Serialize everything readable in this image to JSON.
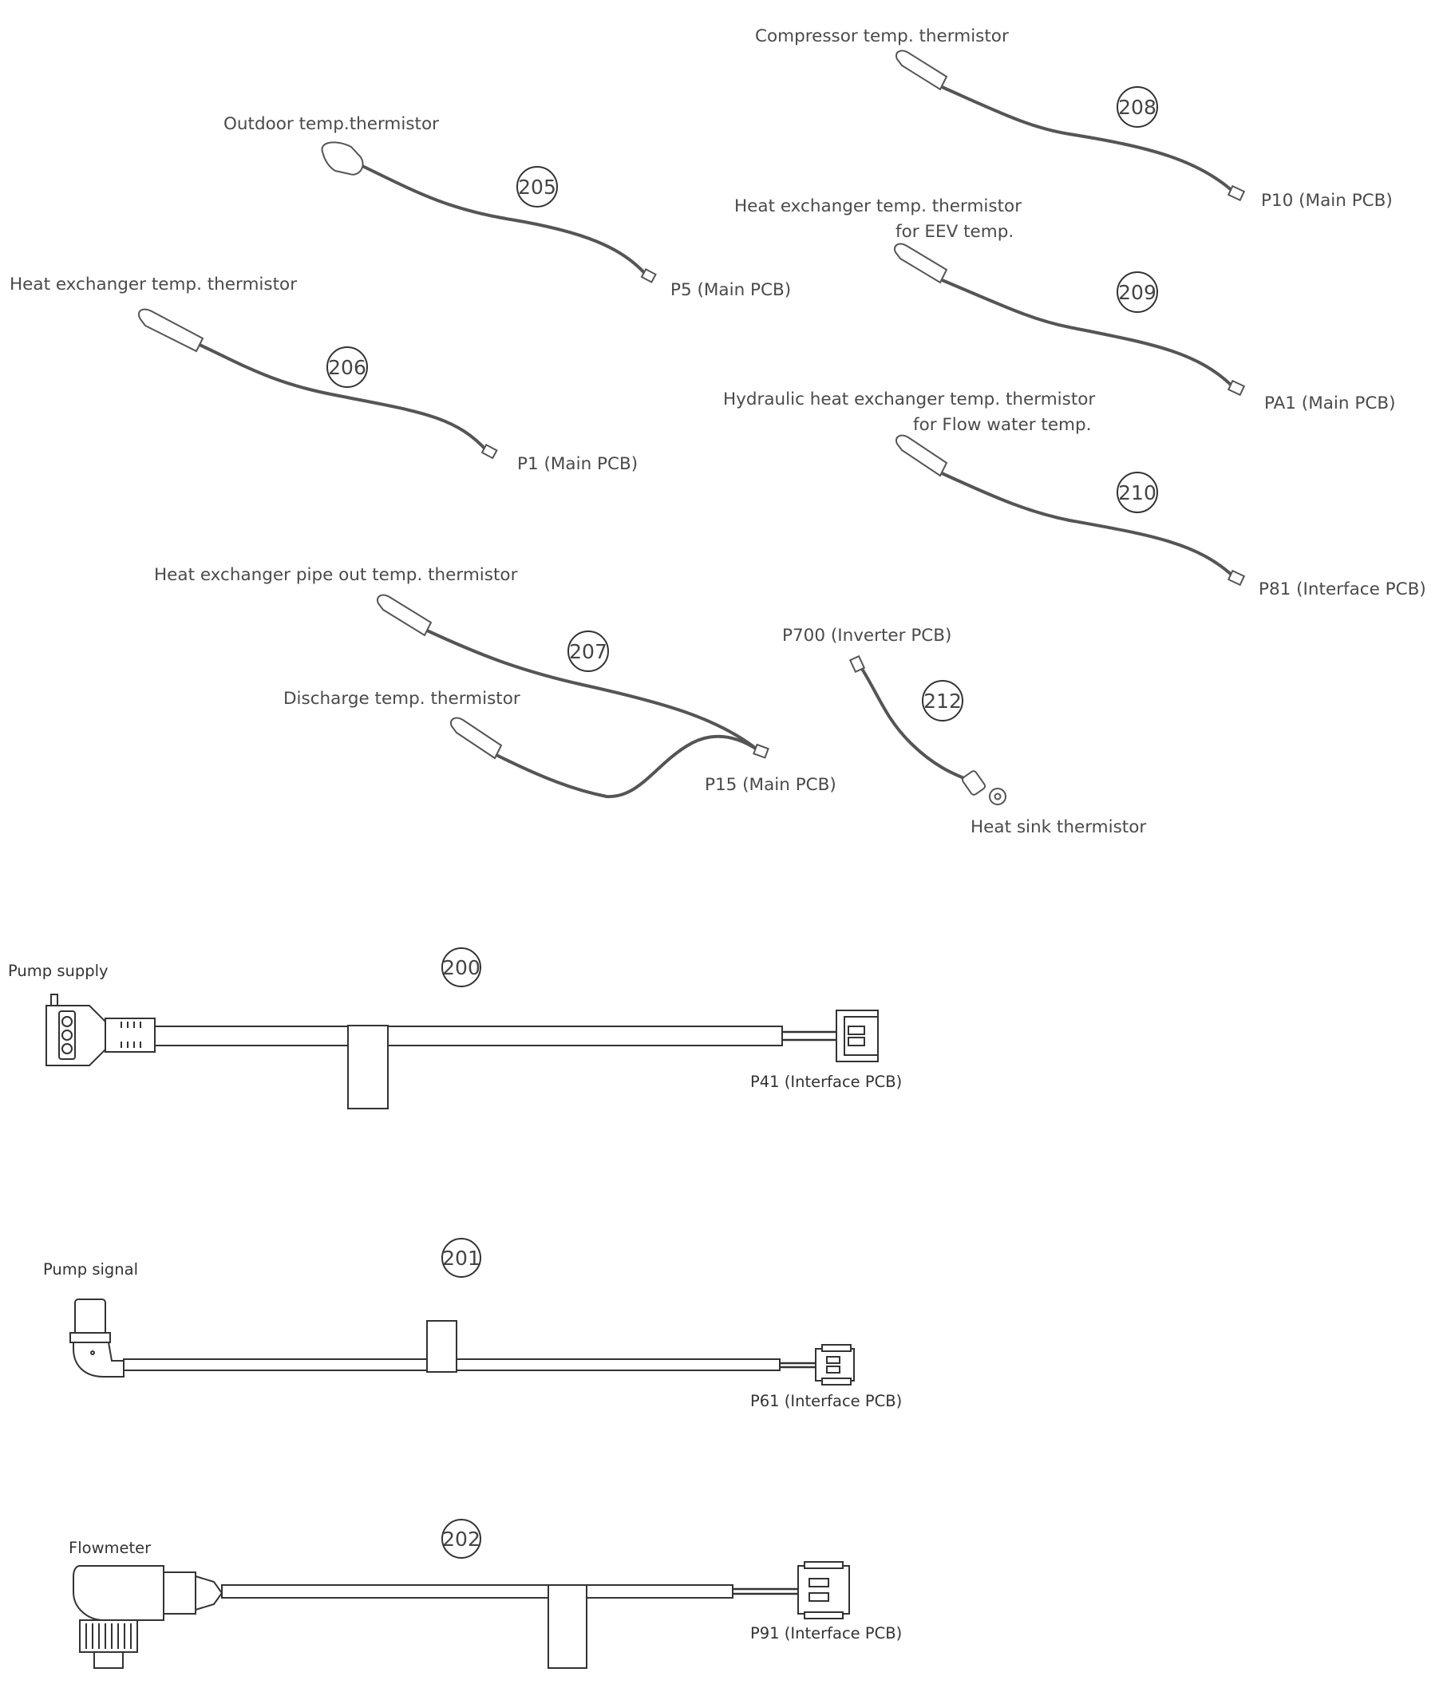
{
  "sensors": {
    "s205": {
      "part_no": "205",
      "name": "Outdoor temp.thermistor",
      "connector": "P5 (Main PCB)"
    },
    "s206": {
      "part_no": "206",
      "name": "Heat exchanger temp. thermistor",
      "connector": "P1 (Main PCB)"
    },
    "s207": {
      "part_no": "207",
      "name": "Heat exchanger pipe out temp. thermistor",
      "name2": "Discharge temp. thermistor",
      "connector": "P15 (Main PCB)"
    },
    "s208": {
      "part_no": "208",
      "name": "Compressor temp. thermistor",
      "connector": "P10 (Main PCB)"
    },
    "s209": {
      "part_no": "209",
      "name_line1": "Heat exchanger temp. thermistor",
      "name_line2": "for EEV temp.",
      "connector": "PA1 (Main PCB)"
    },
    "s210": {
      "part_no": "210",
      "name_line1": "Hydraulic heat exchanger temp. thermistor",
      "name_line2": "for Flow water temp.",
      "connector": "P81 (Interface PCB)"
    },
    "s212": {
      "part_no": "212",
      "connector": "P700 (Inverter PCB)",
      "name": "Heat sink thermistor"
    }
  },
  "harnesses": {
    "h200": {
      "part_no": "200",
      "name": "Pump supply",
      "connector": "P41 (Interface PCB)"
    },
    "h201": {
      "part_no": "201",
      "name": "Pump signal",
      "connector": "P61 (Interface PCB)"
    },
    "h202": {
      "part_no": "202",
      "name": "Flowmeter",
      "connector": "P91 (Interface PCB)"
    }
  }
}
